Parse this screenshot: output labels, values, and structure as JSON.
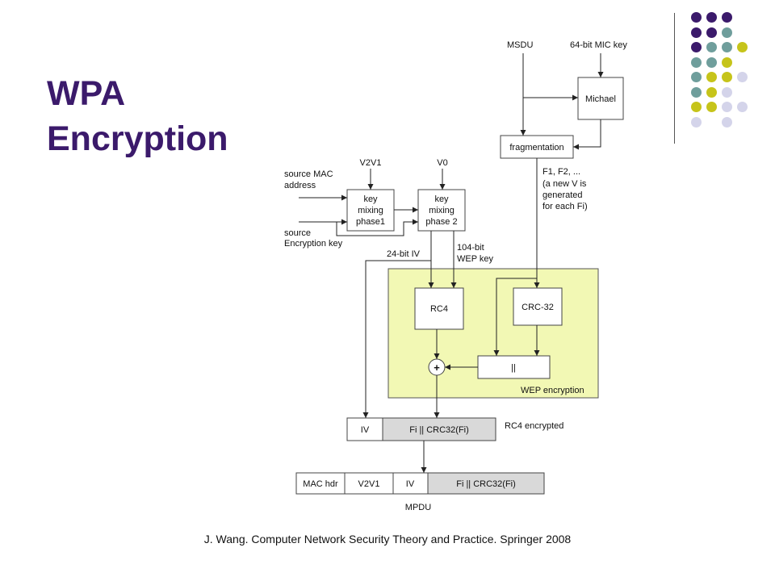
{
  "slide": {
    "title_line1": "WPA",
    "title_line2": "Encryption",
    "caption": "J. Wang. Computer Network Security Theory and Practice. Springer 2008"
  },
  "decoration": {
    "dot_colors": [
      "#3b1a6b",
      "#6f9e9c",
      "#c6c41a",
      "#d4d4ea"
    ],
    "dot_grid": [
      [
        0,
        0,
        0,
        null
      ],
      [
        0,
        0,
        1,
        null
      ],
      [
        0,
        1,
        1,
        2
      ],
      [
        1,
        1,
        2,
        null
      ],
      [
        1,
        2,
        2,
        3
      ],
      [
        1,
        2,
        3,
        null
      ],
      [
        2,
        2,
        3,
        3
      ],
      [
        3,
        null,
        3,
        null
      ]
    ]
  },
  "diagram": {
    "msdu": "MSDU",
    "mic_key": "64-bit MIC key",
    "michael": "Michael",
    "fragmentation": "fragmentation",
    "fi_note_1": "F1, F2, ...",
    "fi_note_2": "(a new V is",
    "fi_note_3": "generated",
    "fi_note_4": "for each Fi)",
    "v2v1": "V2V1",
    "v0": "V0",
    "source_mac_1": "source MAC",
    "source_mac_2": "address",
    "source_key_1": "source",
    "source_key_2": "Encryption key",
    "phase1_1": "key",
    "phase1_2": "mixing",
    "phase1_3": "phase1",
    "phase2_1": "key",
    "phase2_2": "mixing",
    "phase2_3": "phase 2",
    "iv_24": "24-bit IV",
    "wep_104_1": "104-bit",
    "wep_104_2": "WEP key",
    "rc4": "RC4",
    "crc32": "CRC-32",
    "concat": "||",
    "xor": "+",
    "wep_encryption": "WEP encryption",
    "iv": "IV",
    "fi_crc": "Fi || CRC32(Fi)",
    "rc4_encrypted": "RC4 encrypted",
    "mac_hdr": "MAC hdr",
    "mpdu": "MPDU"
  }
}
